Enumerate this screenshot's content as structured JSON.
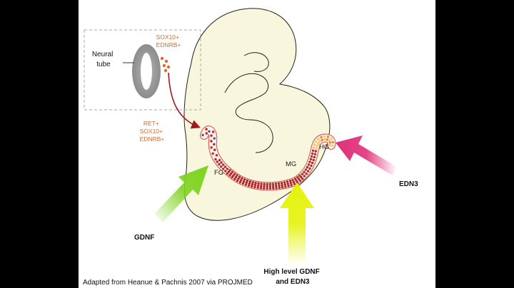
{
  "diagram": {
    "neural_tube_label": [
      "Neural",
      "tube"
    ],
    "migrating_markers": [
      "SOX10+",
      "EDNRB+"
    ],
    "colonizing_markers": [
      "RET+",
      "SOX10+",
      "EDNRB+"
    ],
    "gut_regions": {
      "foregut": "FG",
      "midgut": "MG",
      "hindgut": "HG"
    },
    "signals": {
      "foregut_signal": "GDNF",
      "midgut_signal": [
        "High level GDNF",
        "and EDN3"
      ],
      "hindgut_signal": "EDN3"
    },
    "colors": {
      "embryo_fill": "#f8f6dc",
      "marker_text": "#c8703a",
      "cell_red": "#b02a2a",
      "cell_blue": "#2e5fa8",
      "cell_orange": "#e08a2a",
      "gdnf_arrow": "#7ed321",
      "midgut_arrow": "#e6f20c",
      "edn3_arrow": "#e0307a",
      "migration_arrow": "#a01820"
    }
  },
  "source_caption": "Adapted from Heanue & Pachnis 2007 via PROJMED"
}
